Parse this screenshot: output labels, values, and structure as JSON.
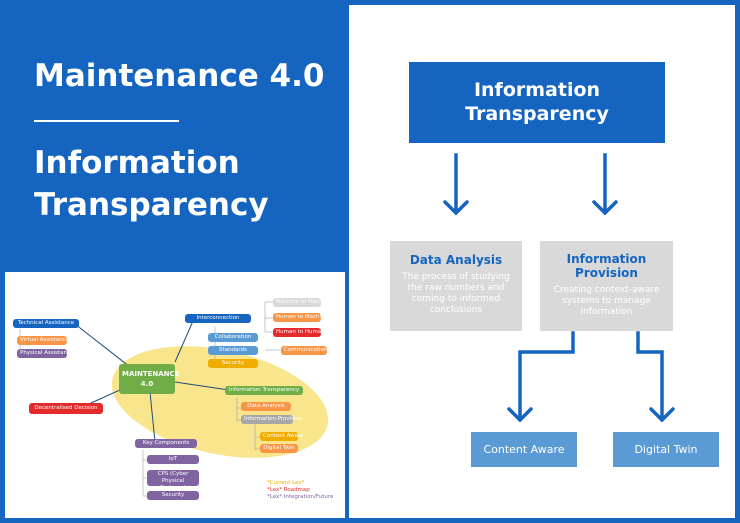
{
  "left": {
    "title": "Maintenance 4.0",
    "subtitle_line1": "Information",
    "subtitle_line2": "Transparency"
  },
  "mindmap": {
    "center": "MAINTENANCE\n4.0",
    "technical_assistance": "Technical Assistance",
    "virtual_assistance": "Virtual Assistance",
    "physical_assistance": "Physical Assistance",
    "decentralised_decision": "Decentralised Decision",
    "interconnection": "Interconnection",
    "human_to_machine_a": "Machine to Machine",
    "human_to_machine_b": "Human to Machine",
    "human_to_human": "Human to Human",
    "collaboration": "Collaboration",
    "standards": "Standards",
    "communication": "Communication",
    "security_a": "Security",
    "information_transparency": "Information Transparency",
    "data_analysis": "Data Analysis",
    "information_provision": "Information Provision",
    "content_aware": "Content Aware",
    "digital_twin": "Digital Twin",
    "key_components": "Key Components",
    "iot": "IoT",
    "cps": "CPS (Cyber Physical\nSystems)",
    "security_b": "Security",
    "legend": [
      "*Current Lex*",
      "*Lex* Roadmap",
      "*Lex* Integration/Future"
    ]
  },
  "diagram": {
    "main": "Information Transparency",
    "data_analysis_title": "Data Analysis",
    "data_analysis_desc": "The process of studying the raw numbers and coming to informed conclusions",
    "info_provision_title": "Information Provision",
    "info_provision_desc": "Creating context-aware systems to manage information",
    "content_aware": "Content Aware",
    "digital_twin": "Digital Twin"
  },
  "colors": {
    "brand_blue": "#1565c0",
    "light_blue": "#5b9bd5",
    "grey": "#d9d9d9",
    "highlight_yellow": "#f8e58c"
  }
}
